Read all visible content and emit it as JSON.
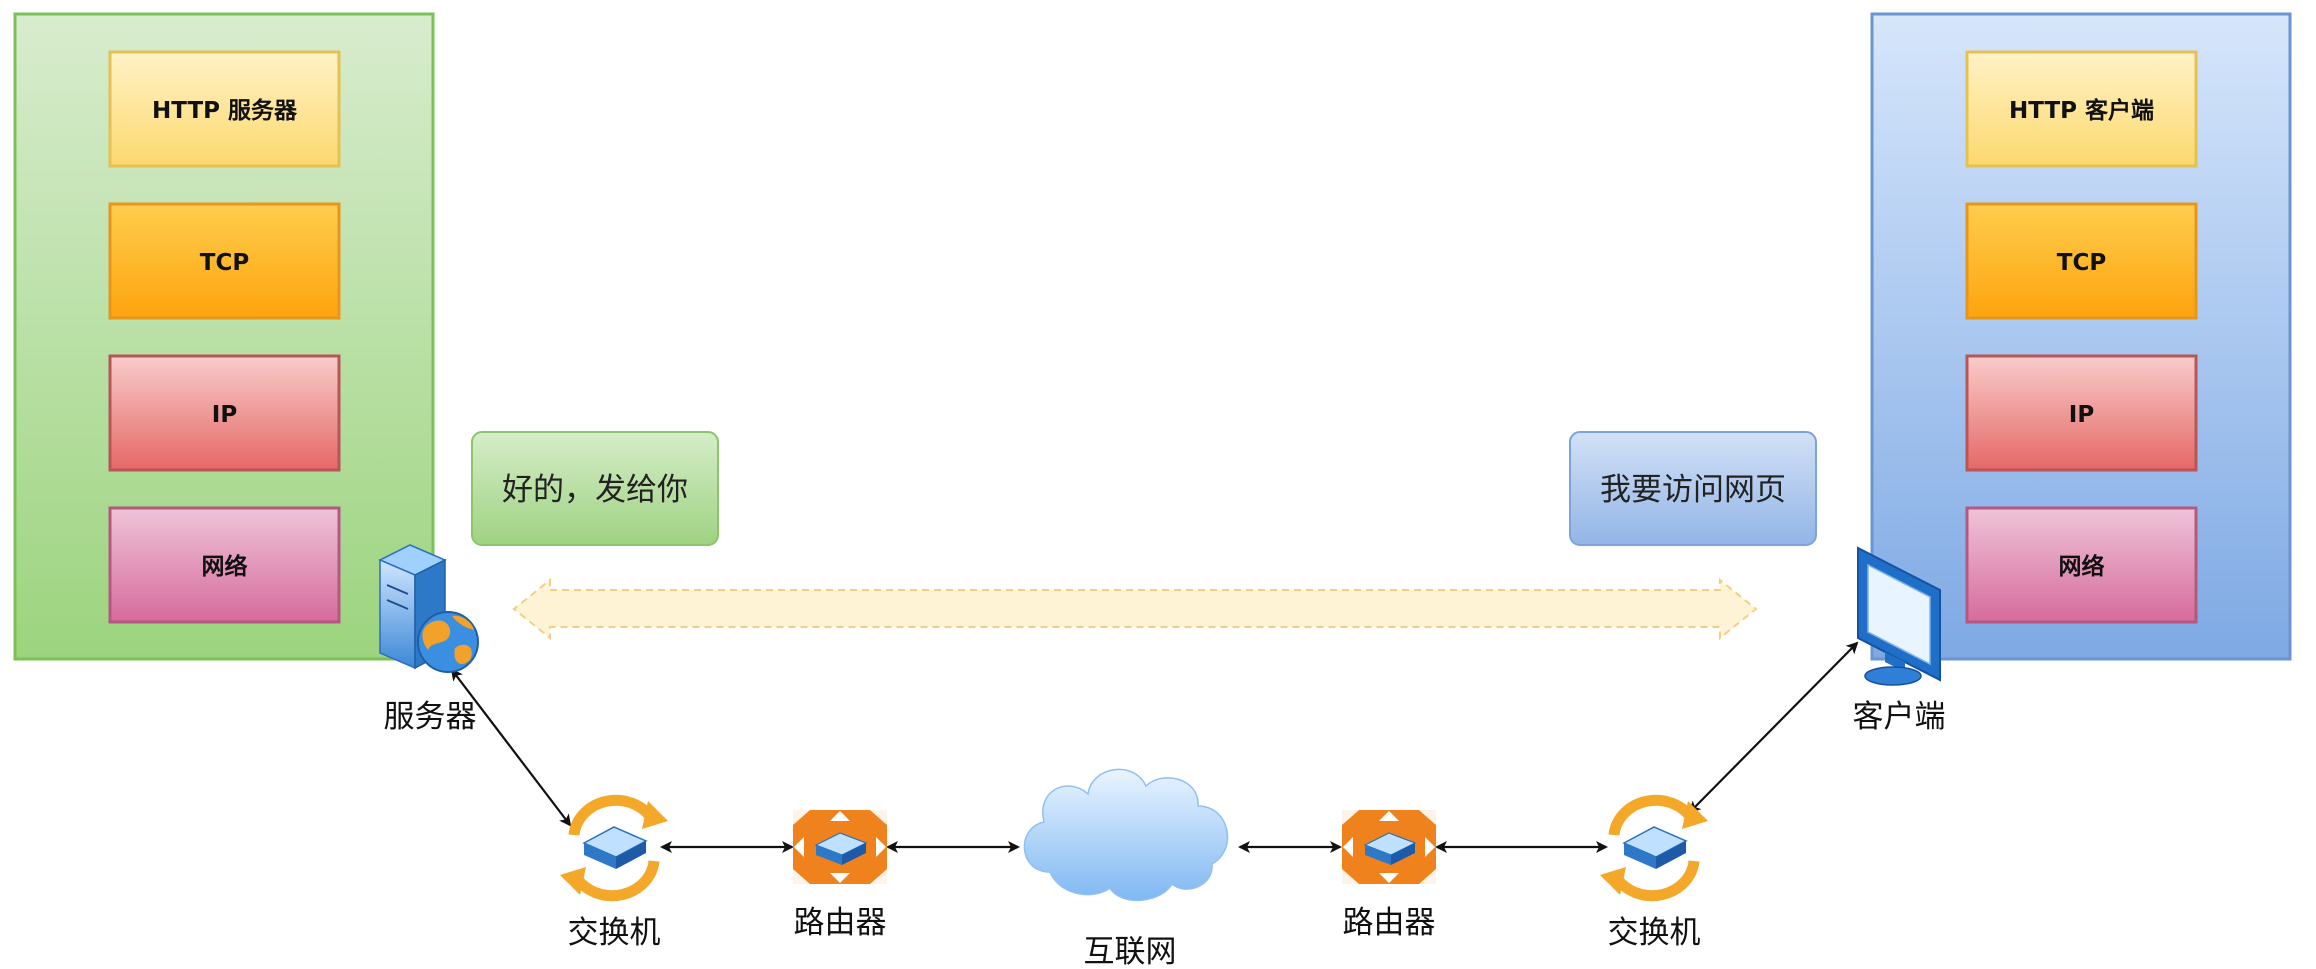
{
  "server_stack": {
    "layers": [
      {
        "label": "HTTP 服务器",
        "color": "#fbe49a"
      },
      {
        "label": "TCP",
        "color": "#fdb52c"
      },
      {
        "label": "IP",
        "color": "#ef8d8b"
      },
      {
        "label": "网络",
        "color": "#e193b4"
      }
    ],
    "panel_color": "#b6dfa0"
  },
  "client_stack": {
    "layers": [
      {
        "label": "HTTP 客户端",
        "color": "#fbe49a"
      },
      {
        "label": "TCP",
        "color": "#fdb52c"
      },
      {
        "label": "IP",
        "color": "#ef8d8b"
      },
      {
        "label": "网络",
        "color": "#e193b4"
      }
    ],
    "panel_color": "#a8c8f0"
  },
  "bubbles": {
    "server_reply": "好的，发给你",
    "client_request": "我要访问网页"
  },
  "nodes": {
    "server": {
      "label": "服务器",
      "icon": "server-globe-icon"
    },
    "client": {
      "label": "客户端",
      "icon": "monitor-icon"
    },
    "switch_left": {
      "label": "交换机",
      "icon": "switch-icon"
    },
    "router_left": {
      "label": "路由器",
      "icon": "router-icon"
    },
    "internet": {
      "label": "互联网",
      "icon": "cloud-icon"
    },
    "router_right": {
      "label": "路由器",
      "icon": "router-icon"
    },
    "switch_right": {
      "label": "交换机",
      "icon": "switch-icon"
    }
  },
  "colors": {
    "http_layer": "#fbe49a",
    "tcp_layer": "#fdb52c",
    "ip_layer": "#ef8d8b",
    "net_layer": "#e193b4",
    "router_orange": "#f0821e",
    "switch_orange": "#f4a82a",
    "cloud_blue": "#9ec9f5",
    "bubble_green": "#b5dd9f",
    "bubble_blue": "#b0c9ec",
    "dashed_arrow": "#fde6b4"
  }
}
